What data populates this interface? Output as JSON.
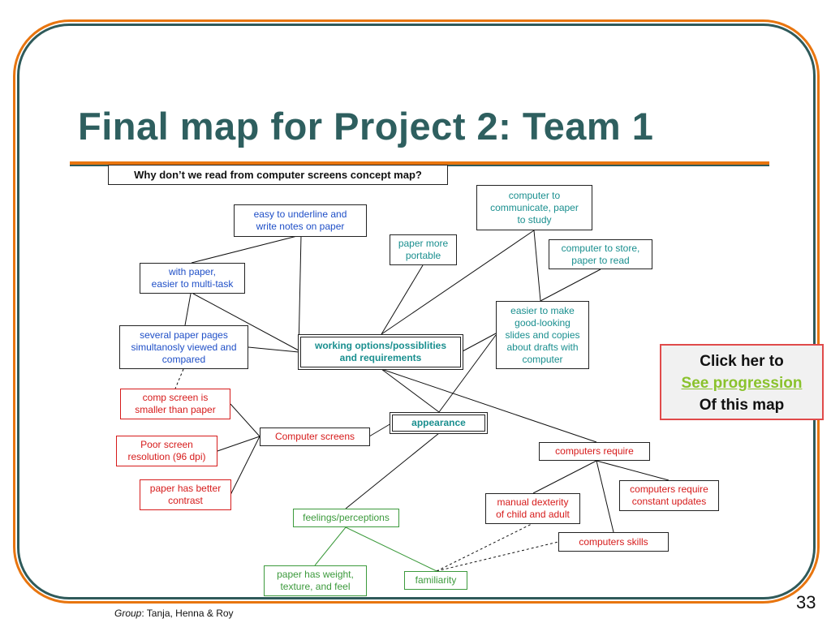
{
  "slide": {
    "title": "Final map for Project 2: Team 1",
    "page_number": "33",
    "footer_label": "Group",
    "footer_names": ": Tanja, Henna & Roy"
  },
  "map": {
    "question": "Why don’t we read from computer screens concept map?",
    "nodes": {
      "easy_underline": [
        "easy to underline and",
        "write notes on paper"
      ],
      "with_paper": [
        "with paper,",
        "easier to multi-task"
      ],
      "several_pages": [
        "several paper pages",
        "simultanosly viewed and",
        "compared"
      ],
      "computer_communicate": [
        "computer to",
        "communicate, paper",
        "to study"
      ],
      "paper_portable": [
        "paper more",
        "portable"
      ],
      "computer_store": [
        "computer to store,",
        "paper to read"
      ],
      "easier_to_make": [
        "easier to make",
        "good-looking",
        "slides and copies",
        "about drafts with",
        "computer"
      ],
      "working_options": [
        "working options/possiblities",
        "and requirements"
      ],
      "appearance": "appearance",
      "comp_screen_smaller": [
        "comp screen is",
        "smaller than paper"
      ],
      "poor_resolution": [
        "Poor screen",
        "resolution (96 dpi)"
      ],
      "better_contrast": [
        "paper has better",
        "contrast"
      ],
      "computer_screens": "Computer screens",
      "computers_require": "computers require",
      "manual_dexterity": [
        "manual dexterity",
        "of child and adult"
      ],
      "constant_updates": [
        "computers require",
        "constant updates"
      ],
      "computers_skills": "computers skills",
      "feelings": "feelings/perceptions",
      "weight_texture": [
        "paper has weight,",
        "texture, and feel"
      ],
      "familiarity": "familiarity"
    }
  },
  "cta": {
    "line1": "Click her to",
    "link": "See progression",
    "line3": "Of this map"
  },
  "colors": {
    "orange": "#e8750f",
    "dark_teal": "#2e5f5f",
    "blue_text": "#1f4fc7",
    "teal_text": "#1a8f8f",
    "red": "#d61b1b",
    "green": "#3c9a3c",
    "link_green": "#8ac22c"
  }
}
